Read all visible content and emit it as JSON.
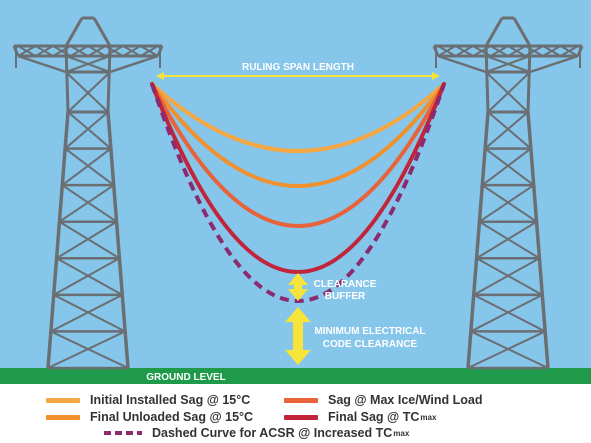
{
  "labels": {
    "ruling_span": "RULING SPAN LENGTH",
    "clearance_buffer_1": "CLEARANCE",
    "clearance_buffer_2": "BUFFER",
    "min_clearance_1": "MINIMUM ELECTRICAL",
    "min_clearance_2": "CODE CLEARANCE",
    "ground": "GROUND LEVEL"
  },
  "legend": [
    {
      "text": "Initial Installed Sag  @ 15°C",
      "sub": "",
      "color": "#f5a744",
      "style": "solid"
    },
    {
      "text": "Final Unloaded Sag  @ 15°C",
      "sub": "",
      "color": "#f0902e",
      "style": "solid"
    },
    {
      "text": "Sag @ Max  Ice/Wind Load",
      "sub": "",
      "color": "#e8623a",
      "style": "solid"
    },
    {
      "text": "Final Sag @ TC",
      "sub": "max",
      "color": "#c2253a",
      "style": "solid"
    },
    {
      "text": "Dashed Curve for ACSR @ Increased TC",
      "sub": "max",
      "color": "#8b2a6e",
      "style": "dashed"
    }
  ],
  "colors": {
    "sky": "#86c6ea",
    "ground": "#1f9a4a",
    "tower": "#6b6e72",
    "span_arrow": "#f7e43a",
    "clearance_arrow": "#f7e43a",
    "curve_initial": "#f5a744",
    "curve_final_unloaded": "#f0902e",
    "curve_max_ice": "#e8623a",
    "curve_final": "#c2253a",
    "curve_acsr": "#8b2a6e"
  },
  "icons": {
    "left_tower": "lattice-transmission-tower-icon",
    "right_tower": "lattice-transmission-tower-icon"
  }
}
